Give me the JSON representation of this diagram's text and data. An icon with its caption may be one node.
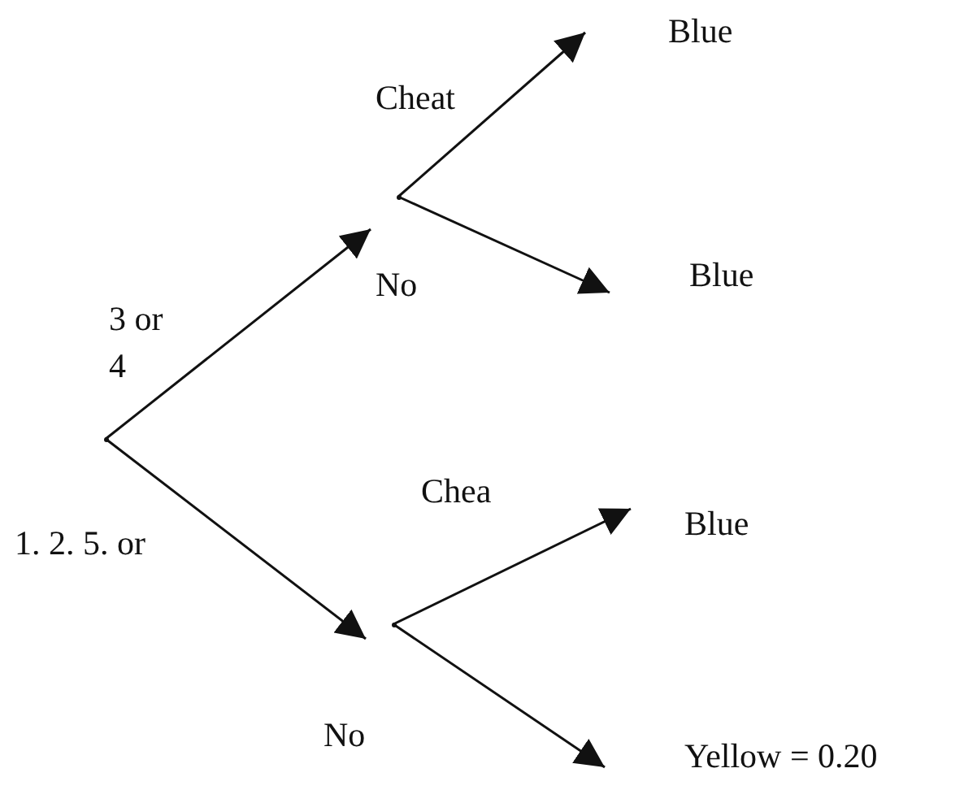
{
  "diagram": {
    "nodes": [
      {
        "text": [],
        "shape": "point"
      },
      {
        "text": [],
        "shape": "point"
      },
      {
        "text": [],
        "shape": "point"
      },
      {
        "text": [
          "Blue"
        ]
      },
      {
        "text": [
          "Blue"
        ]
      },
      {
        "text": [
          "Blue"
        ]
      },
      {
        "text": [
          "Yellow = 0.20"
        ]
      }
    ],
    "edges": [
      {
        "from": 0,
        "to": 1,
        "arrow": "to",
        "label": "3 or 4"
      },
      {
        "from": 0,
        "to": 2,
        "arrow": "to",
        "label": "1. 2. 5. or"
      },
      {
        "from": 1,
        "to": 3,
        "arrow": "to",
        "label": "Cheat"
      },
      {
        "from": 1,
        "to": 4,
        "arrow": "to",
        "label": "No"
      },
      {
        "from": 2,
        "to": 5,
        "arrow": "to",
        "label": "Chea"
      },
      {
        "from": 2,
        "to": 6,
        "arrow": "to",
        "label": "No"
      }
    ]
  }
}
